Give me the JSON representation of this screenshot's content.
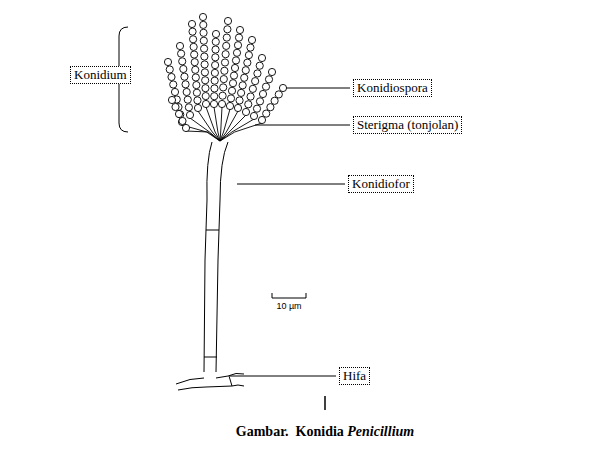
{
  "diagram": {
    "caption": "Gambar.  Konidia Penicillium",
    "nodes": [
      {
        "text": [
          "Konidium"
        ]
      },
      {
        "text": [
          "Konidiospora"
        ]
      },
      {
        "text": [
          "Sterigma (tonjolan)"
        ]
      },
      {
        "text": [
          "Konidiofor"
        ]
      },
      {
        "text": [
          "Hifa"
        ]
      }
    ],
    "labels": [
      "10 µm"
    ]
  }
}
